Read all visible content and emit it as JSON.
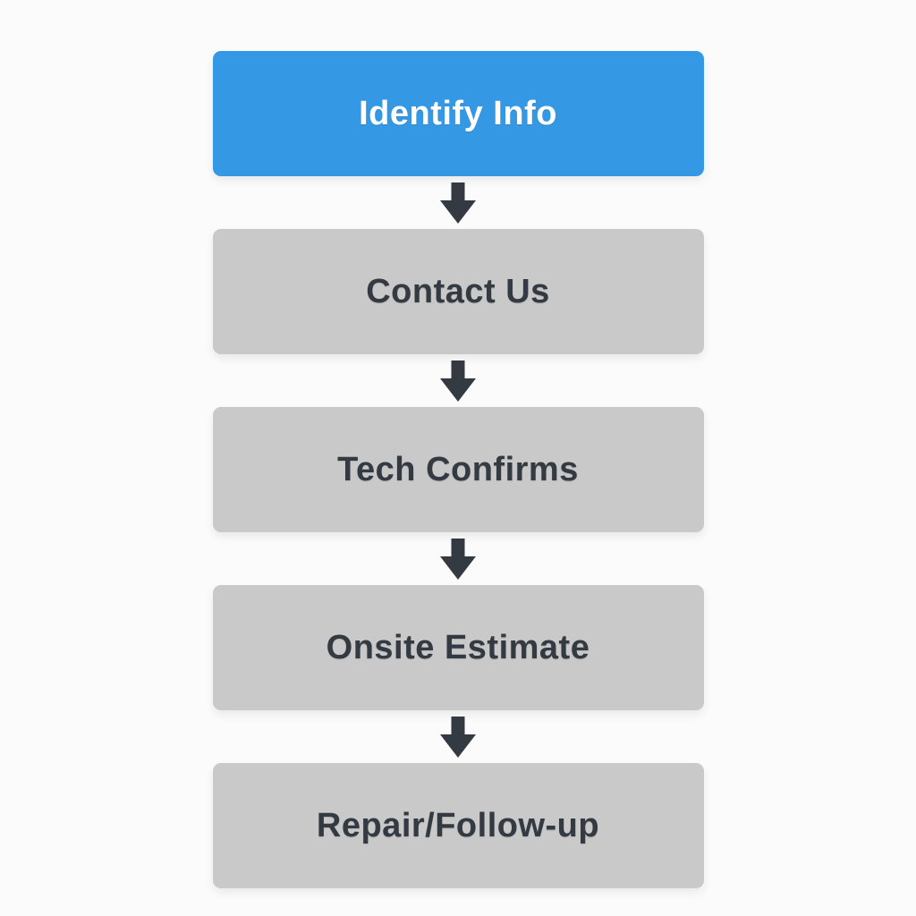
{
  "diagram": {
    "type": "flowchart",
    "direction": "top-to-bottom",
    "steps": [
      {
        "label": "Identify Info",
        "style": "highlight"
      },
      {
        "label": "Contact Us",
        "style": "default"
      },
      {
        "label": "Tech Confirms",
        "style": "default"
      },
      {
        "label": "Onsite Estimate",
        "style": "default"
      },
      {
        "label": "Repair/Follow-up",
        "style": "default"
      }
    ],
    "connectors": [
      {
        "from": 0,
        "to": 1,
        "icon": "down-arrow-icon"
      },
      {
        "from": 1,
        "to": 2,
        "icon": "down-arrow-icon"
      },
      {
        "from": 2,
        "to": 3,
        "icon": "down-arrow-icon"
      },
      {
        "from": 3,
        "to": 4,
        "icon": "down-arrow-icon"
      }
    ],
    "colors": {
      "highlight_box": "#3598E4",
      "default_box": "#C9C9C9",
      "highlight_text": "#FFFFFF",
      "default_text": "#333A42",
      "arrow": "#333A42",
      "background": "#FBFBFC"
    }
  }
}
